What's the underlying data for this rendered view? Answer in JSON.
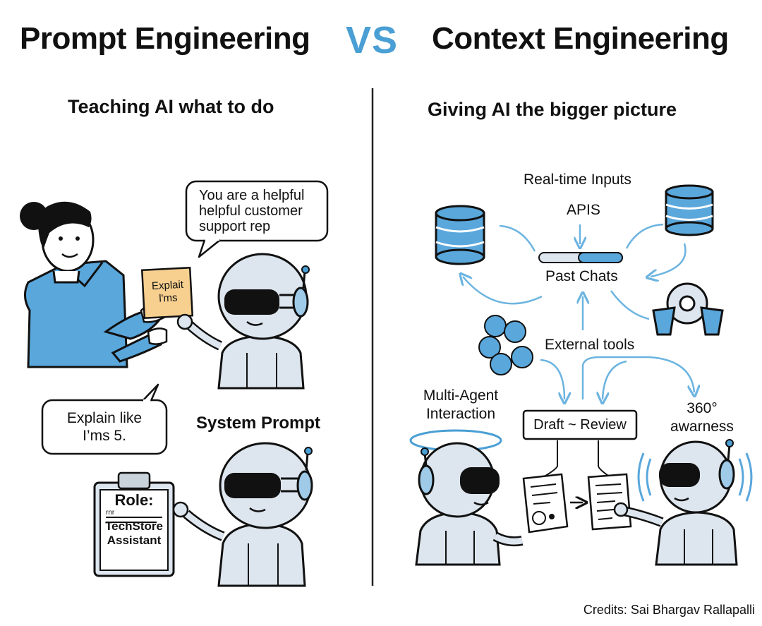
{
  "header": {
    "left_title": "Prompt Engineering",
    "vs": "VS",
    "right_title": "Context Engineering"
  },
  "left": {
    "subtitle": "Teaching AI what to do",
    "speech_bubble_lines": [
      "You are a helpful",
      "helpful customer",
      "support rep"
    ],
    "note_lines": [
      "Explait",
      "l'ms"
    ],
    "bubble2_lines": [
      "Explain like",
      "I’ms 5."
    ],
    "system_prompt_label": "System Prompt",
    "clipboard": {
      "title": "Role:",
      "scribble": "rnr",
      "lines": [
        "TechStore",
        "Assistant"
      ]
    }
  },
  "right": {
    "subtitle": "Giving AI the bigger picture",
    "real_time_label": "Real-time Inputs",
    "apis_label": "APIS",
    "past_chats_label": "Past Chats",
    "external_tools_label": "External tools",
    "multi_agent_lines": [
      "Multi-Agent",
      "Interaction"
    ],
    "draft_review_label": "Draft ~ Review",
    "awareness_lines": [
      "360°",
      "awarness"
    ]
  },
  "credits": "Credits: Sai Bhargav Rallapalli",
  "colors": {
    "accent_blue": "#4a9fd4",
    "figure_blue": "#5aa7dc",
    "light_blue": "#9fcbe8",
    "robot_body": "#dde6ee",
    "note_yellow": "#f7cf8f",
    "ink": "#111111"
  }
}
